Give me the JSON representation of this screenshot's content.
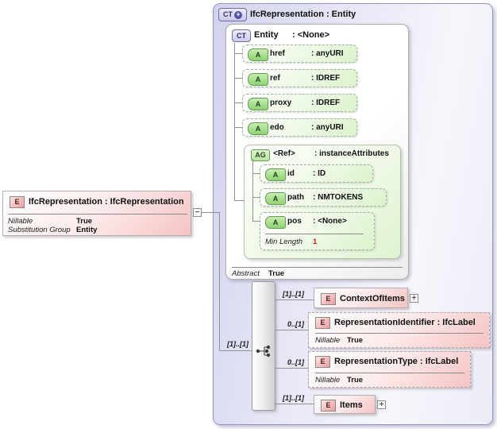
{
  "icons": {
    "plus": "+",
    "minus": "−"
  },
  "root_element": {
    "badge": "E",
    "title": "IfcRepresentation : IfcRepresentation",
    "rows": [
      {
        "label": "Nillable",
        "value": "True"
      },
      {
        "label": "Substitution Group",
        "value": "Entity"
      }
    ]
  },
  "complex_type": {
    "badge": "CT",
    "title": "IfcRepresentation : Entity",
    "base_type": {
      "badge": "CT",
      "name": "Entity",
      "type": ": <None>",
      "attributes": [
        {
          "badge": "A",
          "name": "href",
          "type": ": anyURI"
        },
        {
          "badge": "A",
          "name": "ref",
          "type": ": IDREF"
        },
        {
          "badge": "A",
          "name": "proxy",
          "type": ": IDREF"
        },
        {
          "badge": "A",
          "name": "edo",
          "type": ": anyURI"
        }
      ],
      "attribute_group": {
        "badge": "AG",
        "name": "<Ref>",
        "type": ": instanceAttributes",
        "attributes": [
          {
            "badge": "A",
            "name": "id",
            "type": ": ID"
          },
          {
            "badge": "A",
            "name": "path",
            "type": ": NMTOKENS"
          },
          {
            "badge": "A",
            "name": "pos",
            "type": ": <None>",
            "facet": {
              "label": "Min Length",
              "value": "1"
            }
          }
        ]
      },
      "rows": [
        {
          "label": "Abstract",
          "value": "True"
        }
      ]
    },
    "sequence": {
      "cardinality": "[1]..[1]",
      "children": [
        {
          "badge": "E",
          "cardinality": "[1]..[1]",
          "title": "ContextOfItems"
        },
        {
          "badge": "E",
          "cardinality": "0..[1]",
          "title": "RepresentationIdentifier : IfcLabel",
          "rows": [
            {
              "label": "Nillable",
              "value": "True"
            }
          ]
        },
        {
          "badge": "E",
          "cardinality": "0..[1]",
          "title": "RepresentationType : IfcLabel",
          "rows": [
            {
              "label": "Nillable",
              "value": "True"
            }
          ]
        },
        {
          "badge": "E",
          "cardinality": "[1]..[1]",
          "title": "Items"
        }
      ]
    }
  },
  "colors": {
    "element_accent": "#f5c3c3",
    "attribute_accent": "#8ed274",
    "complextype_accent": "#d2d2ee",
    "facet_value": "#cc1111",
    "connector": "#929292"
  }
}
